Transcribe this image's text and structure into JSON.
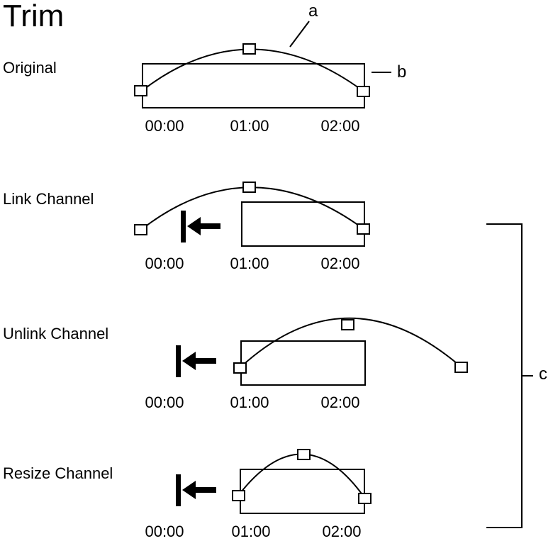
{
  "title": "Trim",
  "rows": [
    {
      "label": "Original",
      "ticks": [
        "00:00",
        "01:00",
        "02:00"
      ]
    },
    {
      "label": "Link Channel",
      "ticks": [
        "00:00",
        "01:00",
        "02:00"
      ]
    },
    {
      "label": "Unlink Channel",
      "ticks": [
        "00:00",
        "01:00",
        "02:00"
      ]
    },
    {
      "label": "Resize Channel",
      "ticks": [
        "00:00",
        "01:00",
        "02:00"
      ]
    }
  ],
  "callouts": {
    "a": "a",
    "b": "b",
    "c": "c"
  }
}
